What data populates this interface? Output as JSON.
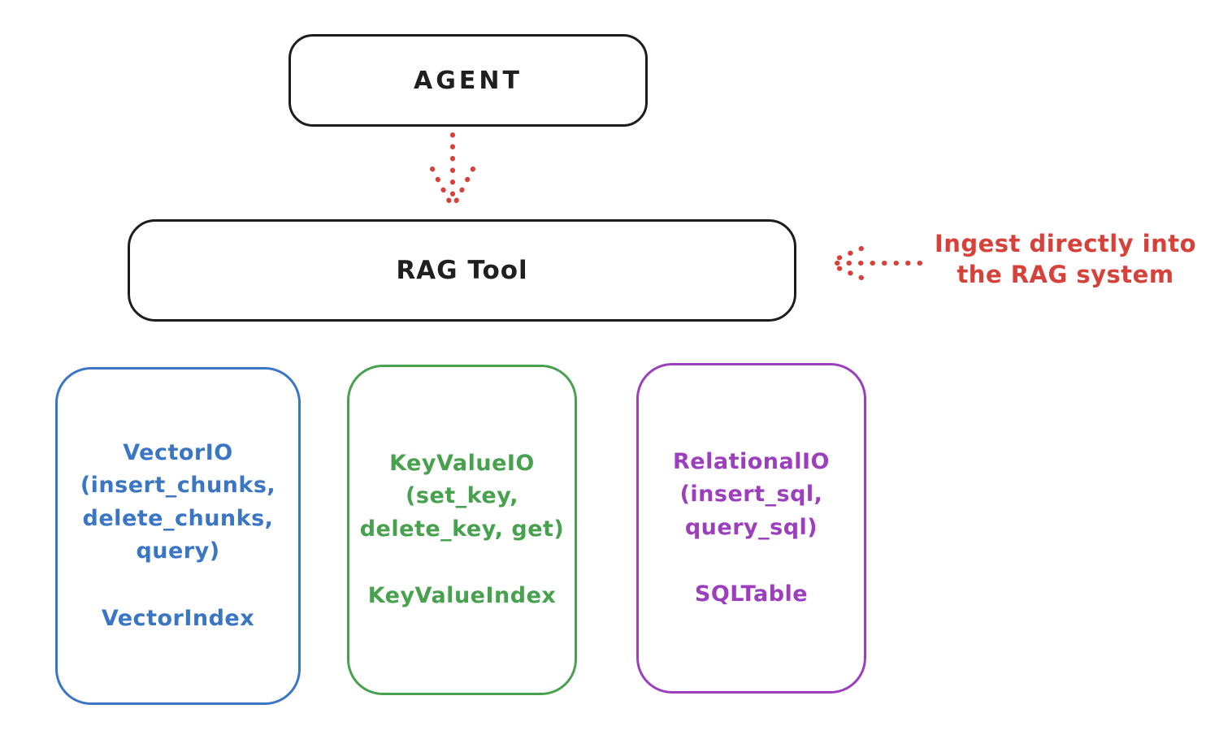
{
  "diagram": {
    "title_hint": "RAG Tool architecture sketch",
    "agent": {
      "label": "AGENT"
    },
    "rag_tool": {
      "label": "RAG Tool"
    },
    "annotation": {
      "line1": "Ingest directly into",
      "line2": "the RAG system",
      "color": "#d6413a"
    },
    "arrows": [
      {
        "name": "agent-to-rag-tool",
        "style": "dotted",
        "color": "#d6413a",
        "direction": "down"
      },
      {
        "name": "annotation-to-rag-tool",
        "style": "dotted",
        "color": "#d6413a",
        "direction": "left"
      }
    ],
    "components": [
      {
        "id": "vector-io",
        "color": "#3b76c4",
        "lines": [
          "VectorIO",
          "(insert_chunks,",
          "delete_chunks,",
          "query)"
        ],
        "footer": "VectorIndex"
      },
      {
        "id": "keyvalue-io",
        "color": "#47a14e",
        "lines": [
          "KeyValueIO",
          "(set_key,",
          "delete_key, get)"
        ],
        "footer": "KeyValueIndex"
      },
      {
        "id": "relational-io",
        "color": "#9b3fbd",
        "lines": [
          "RelationalIO",
          "(insert_sql,",
          "query_sql)"
        ],
        "footer": "SQLTable"
      }
    ],
    "stroke_colors": {
      "black": "#1d1d1d",
      "red": "#d6413a",
      "blue": "#3b76c4",
      "green": "#47a14e",
      "purple": "#9b3fbd"
    }
  }
}
